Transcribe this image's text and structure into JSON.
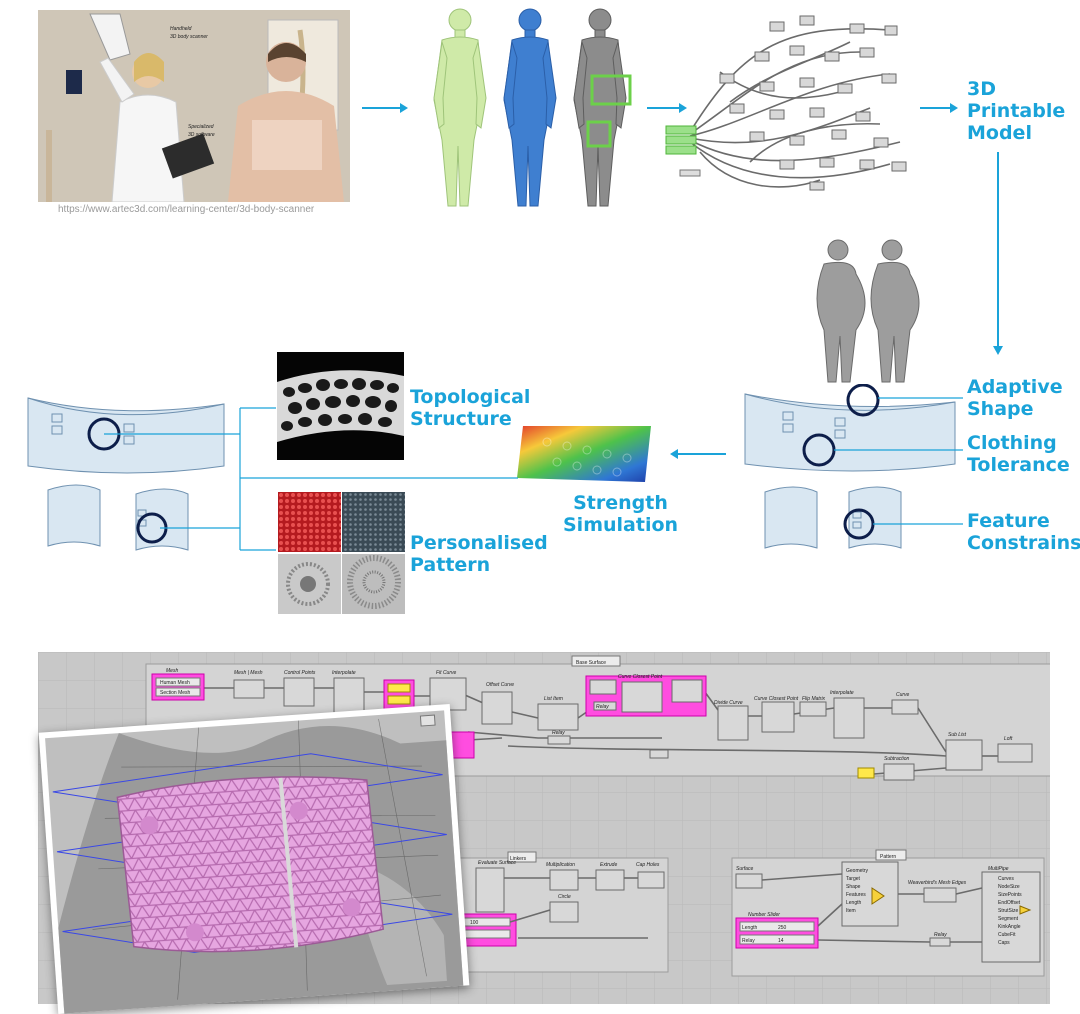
{
  "source_caption": "https://www.artec3d.com/learning-center/3d-body-scanner",
  "steps": {
    "printable_model": [
      "3D",
      "Printable",
      "Model"
    ],
    "adaptive_shape": [
      "Adaptive",
      "Shape"
    ],
    "clothing_tolerance": [
      "Clothing",
      "Tolerance"
    ],
    "feature_constrains": [
      "Feature",
      "Constrains"
    ],
    "strength_simulation": [
      "Strength",
      "Simulation"
    ],
    "topological_structure": [
      "Topological",
      "Structure"
    ],
    "personalised_pattern": [
      "Personalised",
      "Pattern"
    ]
  },
  "grasshopper": {
    "group_base_surface": "Base Surface",
    "group_pattern": "Pattern",
    "group_linkers": "Linkers",
    "mesh_inputs": [
      "Human Mesh",
      "Section Mesh"
    ],
    "component_titles": {
      "mesh": "Mesh",
      "mesh_mesh": "Mesh | Mesh",
      "control_points": "Control Points",
      "interpolate": "Interpolate",
      "fit_curve": "Fit Curve",
      "offset_curve": "Offset Curve",
      "list_item": "List Item",
      "curve_closest_point": "Curve Closest Point",
      "divide_curve": "Divide Curve",
      "flip_matrix": "Flip Matrix",
      "interpolate2": "Interpolate",
      "curve": "Curve",
      "sub_list": "Sub List",
      "loft": "Loft",
      "relay": "Relay",
      "subtraction": "Subtraction",
      "evaluate_surface": "Evaluate Surface",
      "multiplication": "Multiplication",
      "extrude": "Extrude",
      "cap_holes": "Cap Holes",
      "circle": "Circle",
      "surface": "Surface",
      "number_slider": "Number Slider",
      "weaverbird": "Weaverbird's Mesh Edges",
      "multipipe": "MultiPipe"
    },
    "slider_values": [
      "100",
      "250",
      "14"
    ],
    "slider_labels": [
      "Length",
      "Relay"
    ],
    "pattern_inputs": [
      "Geometry",
      "Target",
      "Shape",
      "Features",
      "Length",
      "Item"
    ],
    "multipipe_inputs": [
      "Curves",
      "NodeSize",
      "SizePoints",
      "EndOffset",
      "StrutSize",
      "Segment",
      "KinkAngle",
      "CubeFit",
      "Caps"
    ]
  },
  "colors": {
    "accent": "#1aa3d9",
    "highlight": "#ff00cc",
    "marker": "#0d1e4a",
    "belt": "#cfe0ef"
  }
}
